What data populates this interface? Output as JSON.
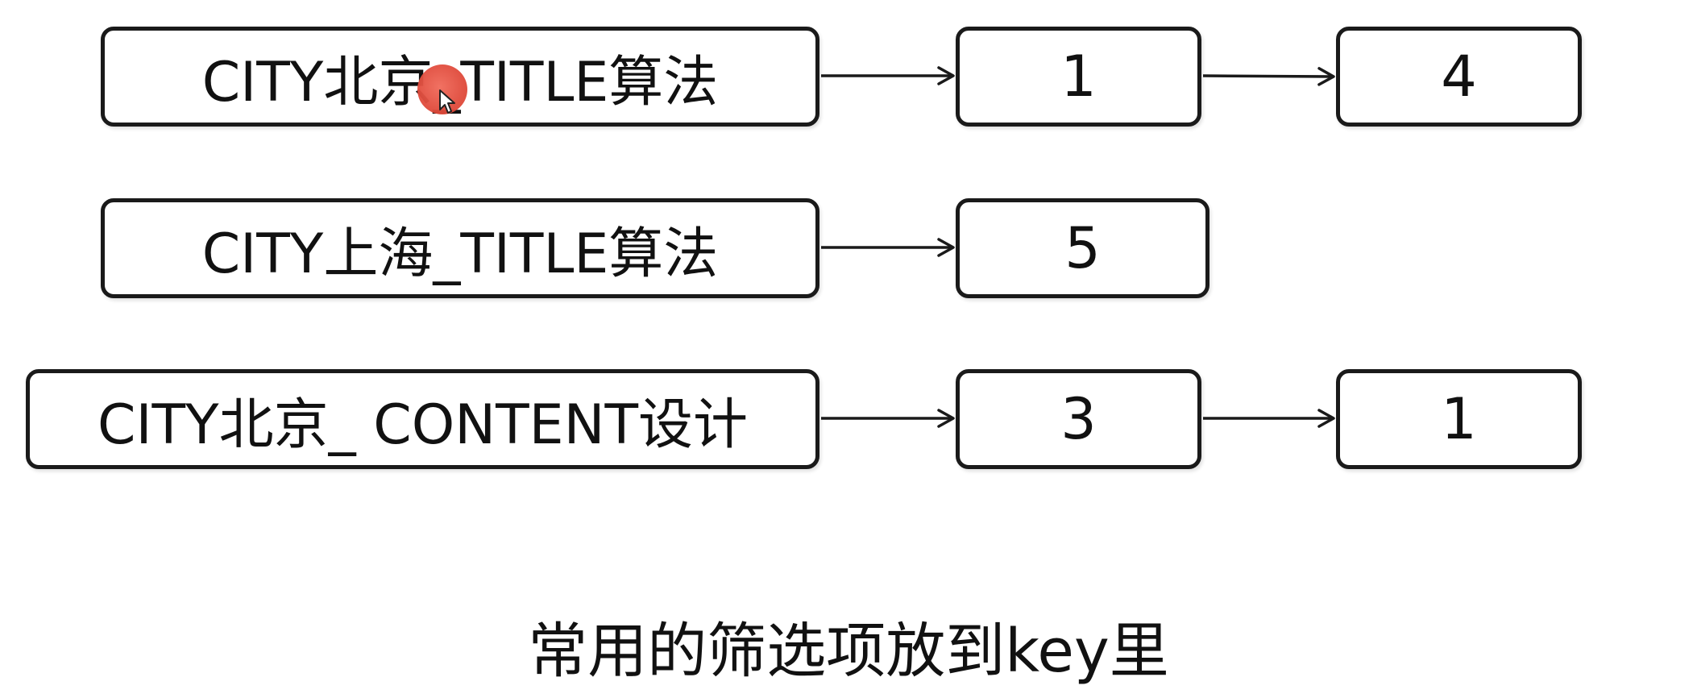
{
  "rows": [
    {
      "key": "CITY北京_TITLE算法",
      "values": [
        "1",
        "4"
      ]
    },
    {
      "key": "CITY上海_TITLE算法",
      "values": [
        "5"
      ]
    },
    {
      "key": "CITY北京_ CONTENT设计",
      "values": [
        "3",
        "1"
      ]
    }
  ],
  "caption": "常用的筛选项放到key里",
  "colors": {
    "border": "#1a1a1a",
    "cursor_highlight": "#e04b3c"
  },
  "icons": {
    "cursor": "mouse-pointer-icon",
    "arrow": "arrow-right-icon"
  }
}
